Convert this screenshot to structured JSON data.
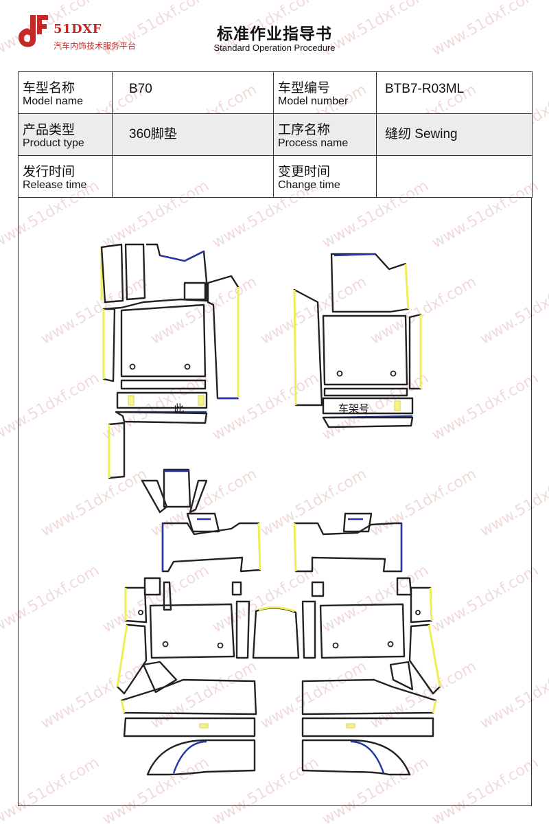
{
  "header": {
    "brand": "51DXF",
    "brand_sub": "汽车内饰技术服务平台",
    "title": "标准作业指导书",
    "subtitle": "Standard Operation Procedure"
  },
  "info": {
    "model_name_cn": "车型名称",
    "model_name_en": "Model name",
    "model_name_value": "B70",
    "model_number_cn": "车型编号",
    "model_number_en": "Model number",
    "model_number_value": "BTB7-R03ML",
    "product_type_cn": "产品类型",
    "product_type_en": "Product type",
    "product_type_value": "360脚垫",
    "process_name_cn": "工序名称",
    "process_name_en": "Process name",
    "process_name_value": "缝纫 Sewing",
    "release_time_cn": "发行时间",
    "release_time_en": "Release time",
    "release_time_value": "",
    "change_time_cn": "变更时间",
    "change_time_en": "Change time",
    "change_time_value": ""
  },
  "drawing": {
    "label_left": "此",
    "label_right": "车架号",
    "colors": {
      "outline": "#222222",
      "edge_yellow": "#eeee55",
      "edge_blue": "#2436a8",
      "logo_red": "#c62828"
    }
  },
  "watermark": "www.51dxf.com"
}
